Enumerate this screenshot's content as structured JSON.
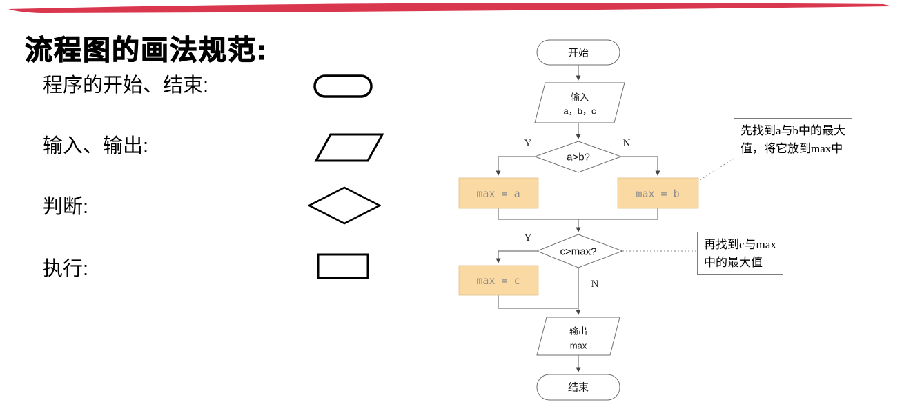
{
  "title": "流程图的画法规范:",
  "legend": {
    "items": [
      {
        "label": "程序的开始、结束:",
        "shape": "stadium"
      },
      {
        "label": "输入、输出:",
        "shape": "parallelogram"
      },
      {
        "label": "判断:",
        "shape": "diamond"
      },
      {
        "label": "执行:",
        "shape": "rectangle"
      }
    ]
  },
  "flowchart": {
    "start": "开始",
    "input": {
      "line1": "输入",
      "line2": "a，b，c"
    },
    "decision1": {
      "label": "a>b?",
      "yes": "Y",
      "no": "N"
    },
    "box_max_a": "max = a",
    "box_max_b": "max = b",
    "decision2": {
      "label": "c>max?",
      "yes": "Y",
      "no": "N"
    },
    "box_max_c": "max = c",
    "output": {
      "line1": "输出",
      "line2": "max"
    },
    "end": "结束"
  },
  "annotations": [
    {
      "line1": "先找到a与b中的最大",
      "line2": "值，将它放到max中"
    },
    {
      "line1": "再找到c与max",
      "line2": "中的最大值"
    }
  ],
  "colors": {
    "accent_red": "#d9374d",
    "process_fill": "#fbd9a2",
    "process_text": "#8c8c8c",
    "flow_stroke": "#6e6e6e"
  }
}
